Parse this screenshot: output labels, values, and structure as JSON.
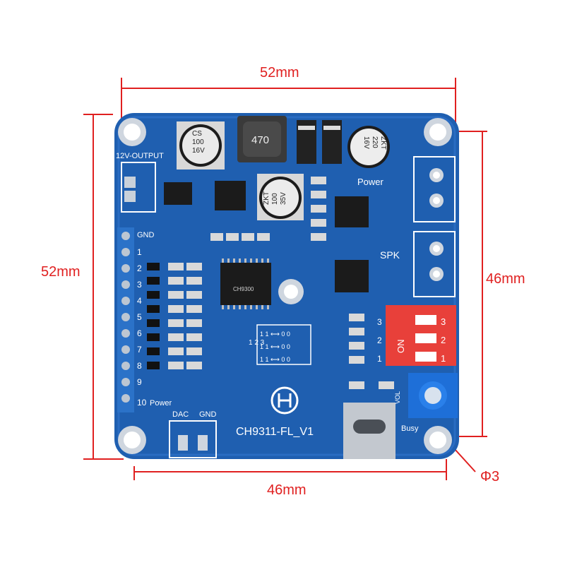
{
  "dimensions": {
    "top_width": "52mm",
    "left_height": "52mm",
    "right_height": "46mm",
    "bottom_width": "46mm",
    "hole": "Φ3"
  },
  "board": {
    "name": "CH9311-FL_V1",
    "label_12v": "12V-OUTPUT",
    "label_power_top": "Power",
    "label_spk": "SPK",
    "label_gnd": "GND",
    "label_power_bottom": "Power",
    "label_dac": "DAC",
    "label_gnd_bottom": "GND",
    "label_vol": "VOL",
    "label_busy": "Busy",
    "label_on": "ON",
    "chip_main": "CH9300",
    "inductor": "470",
    "cap1": [
      "CS",
      "100",
      "16V"
    ],
    "cap2": [
      "ZKT",
      "220",
      "16V"
    ],
    "cap3": [
      "ZKT",
      "100",
      "35V"
    ],
    "pins": [
      "1",
      "2",
      "3",
      "4",
      "5",
      "6",
      "7",
      "8",
      "9",
      "10"
    ],
    "dip": [
      "1",
      "2",
      "3"
    ],
    "legend_head": "1 2 3",
    "legend_row": "1 1 ⟷ 0 0"
  },
  "colors": {
    "dim_red": "#e02020",
    "pcb_blue": "#1f5fb0",
    "silk": "#ffffff",
    "dip_red": "#e8403a",
    "pot_blue": "#1e6fd8"
  }
}
